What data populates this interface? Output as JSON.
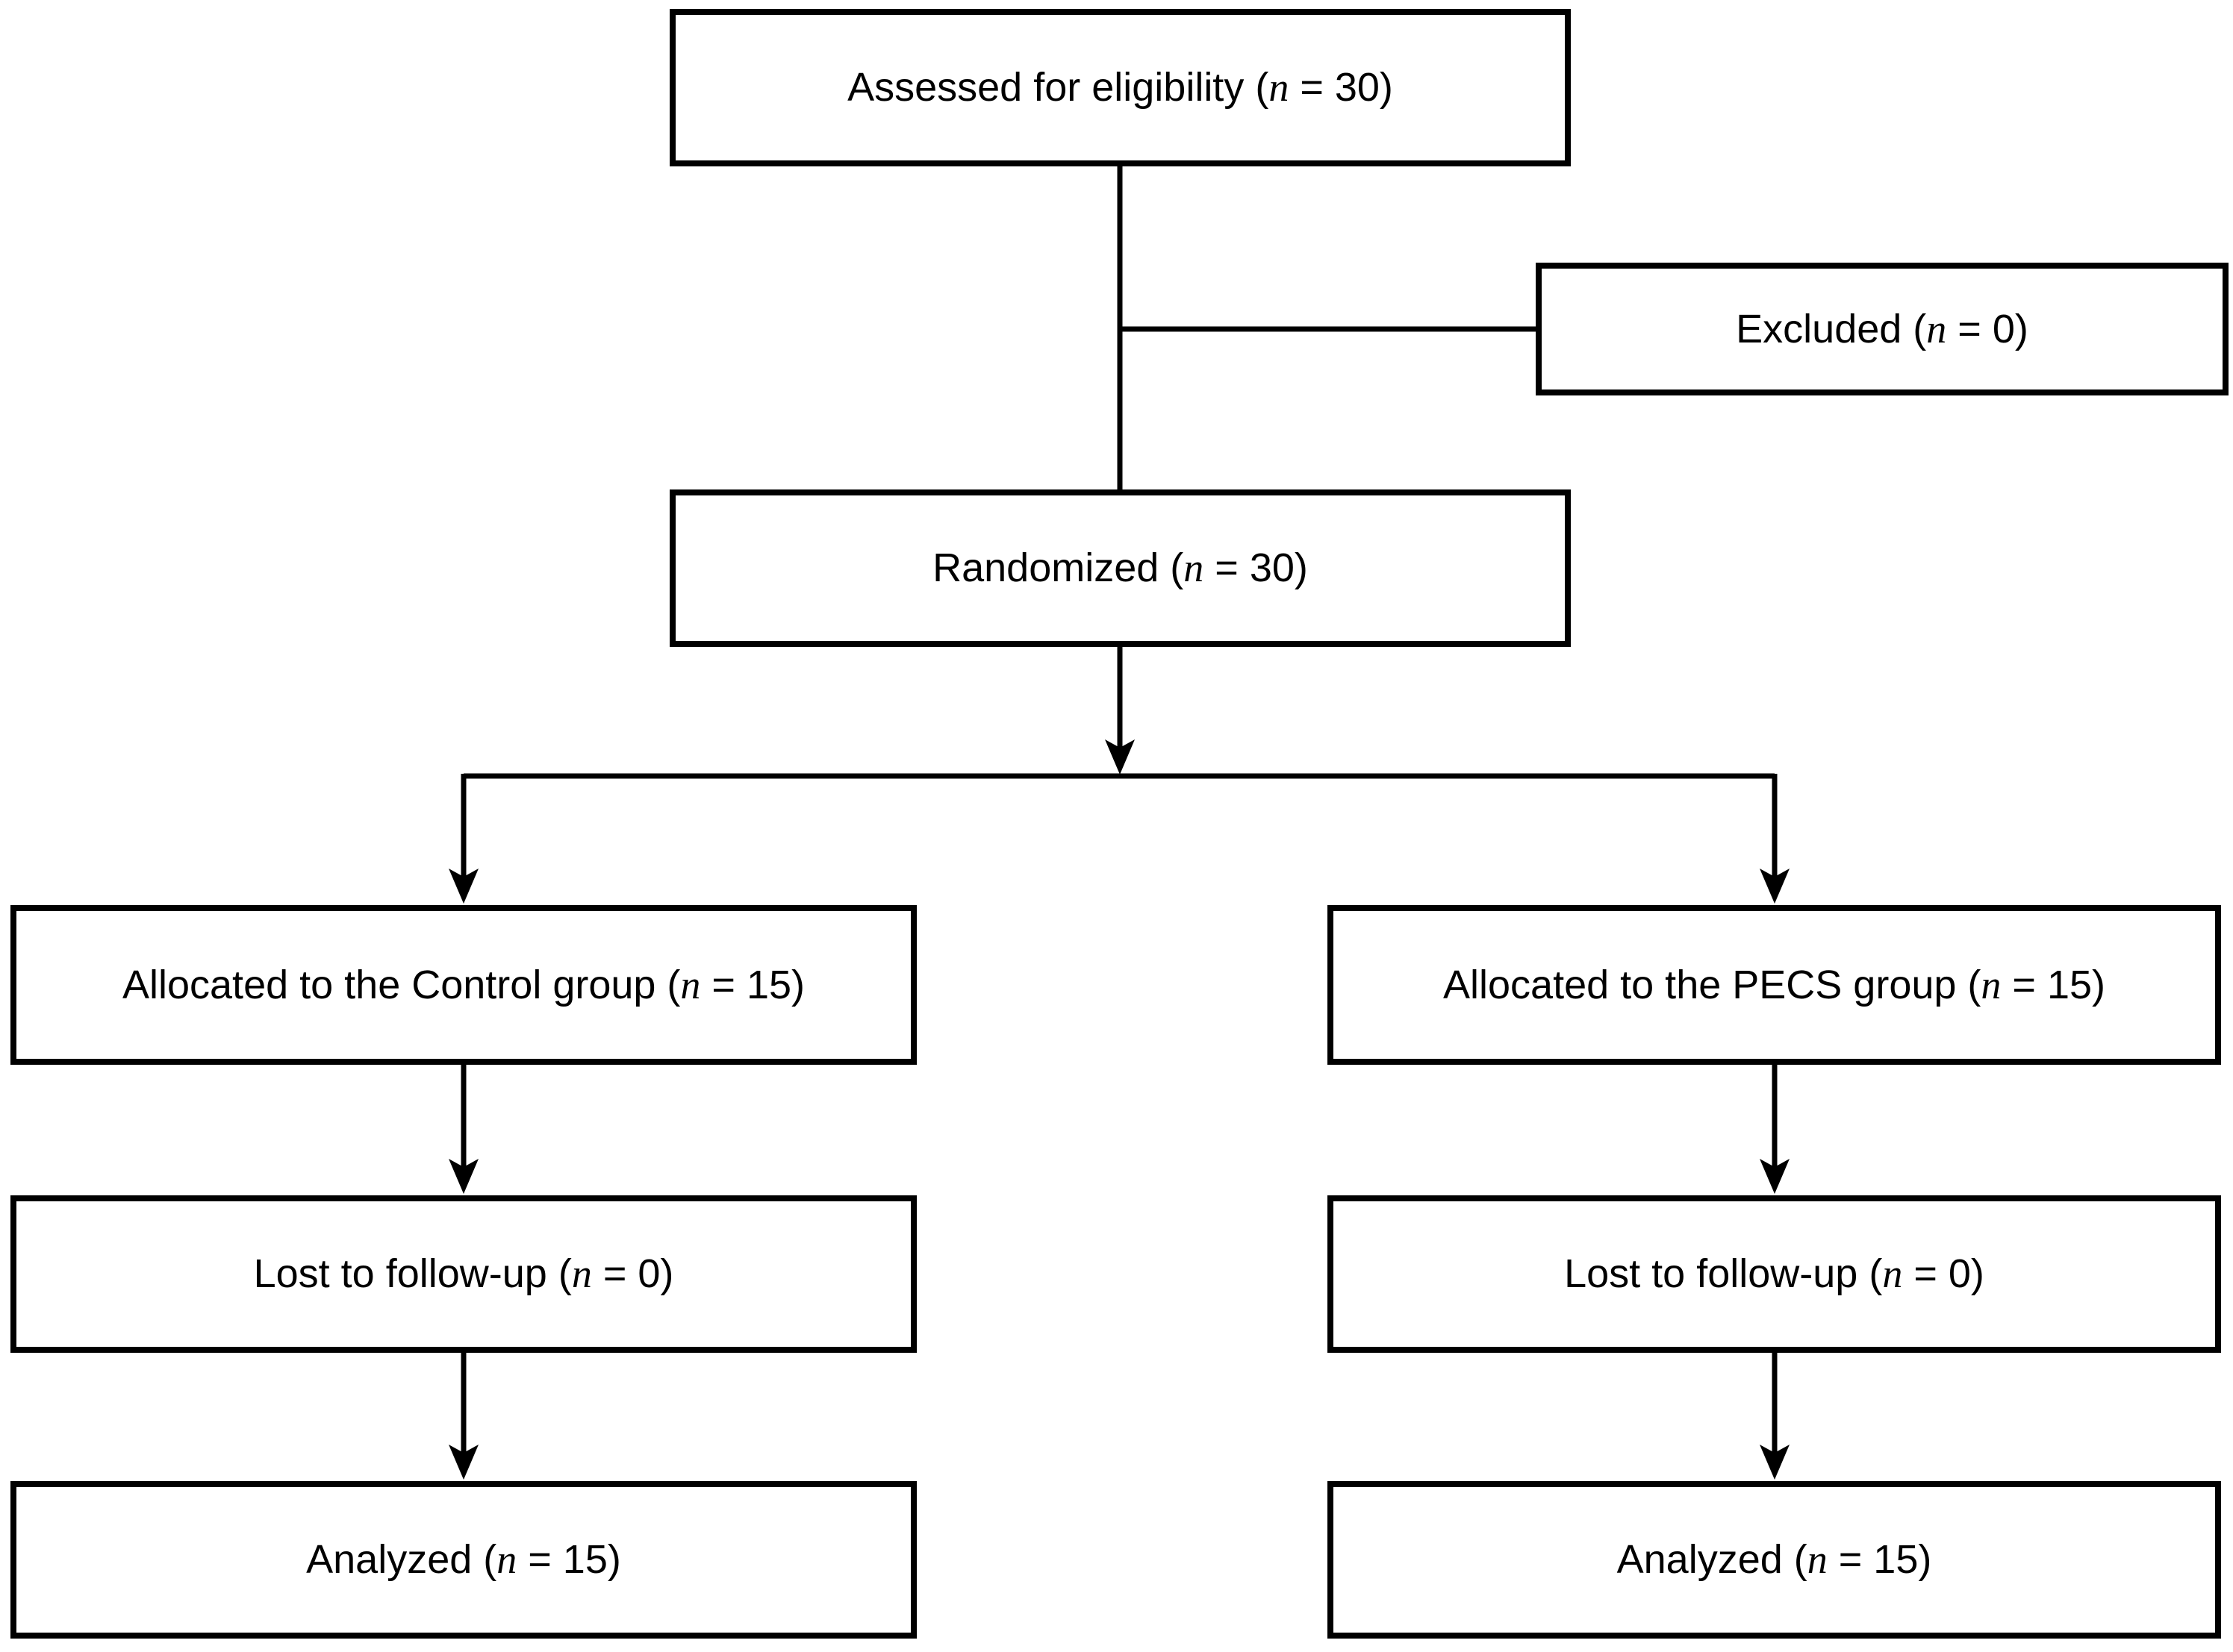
{
  "colors": {
    "background": "#ffffff",
    "line": "#000000",
    "text": "#000000",
    "box_fill": "#ffffff",
    "box_border": "#000000"
  },
  "nodes": {
    "assessed": {
      "prefix": "Assessed for eligibility (",
      "n": "n",
      "suffix": " = 30)"
    },
    "excluded": {
      "prefix": "Excluded (",
      "n": "n",
      "suffix": " = 0)"
    },
    "randomized": {
      "prefix": "Randomized (",
      "n": "n",
      "suffix": " = 30)"
    },
    "allocated_control": {
      "prefix": "Allocated to the Control group (",
      "n": "n",
      "suffix": " = 15)"
    },
    "allocated_pecs": {
      "prefix": "Allocated to the PECS group (",
      "n": "n",
      "suffix": " = 15)"
    },
    "lost_control": {
      "prefix": "Lost to follow-up (",
      "n": "n",
      "suffix": " = 0)"
    },
    "lost_pecs": {
      "prefix": "Lost to follow-up (",
      "n": "n",
      "suffix": " = 0)"
    },
    "analyzed_control": {
      "prefix": "Analyzed (",
      "n": "n",
      "suffix": " = 15)"
    },
    "analyzed_pecs": {
      "prefix": "Analyzed (",
      "n": "n",
      "suffix": " = 15)"
    }
  }
}
